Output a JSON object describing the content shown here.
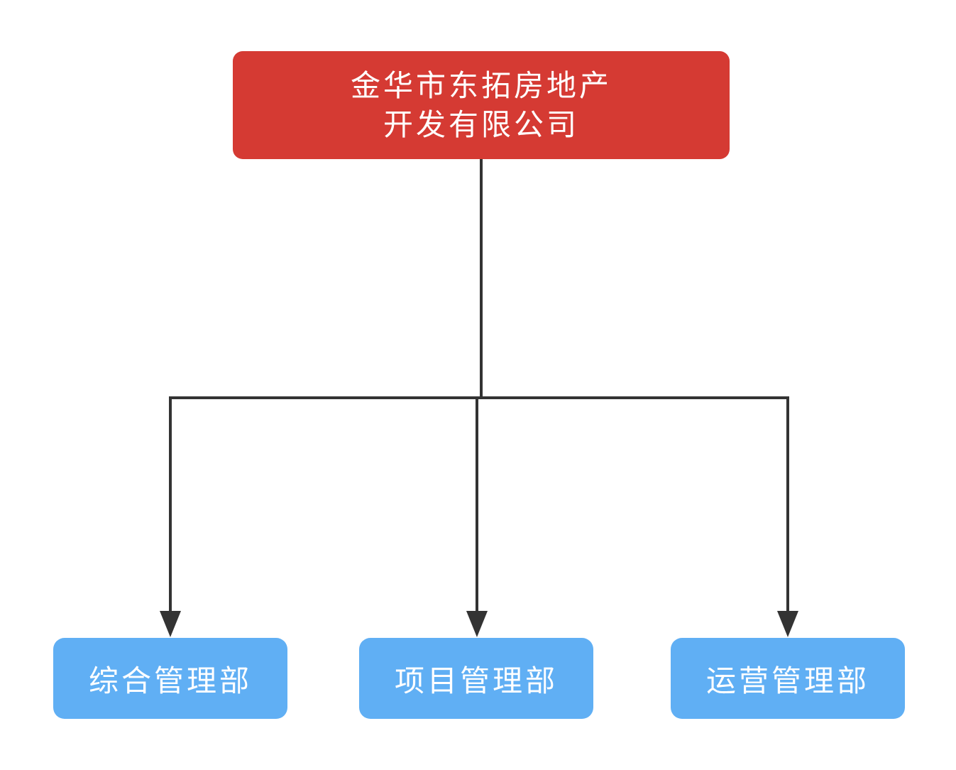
{
  "diagram": {
    "type": "org-chart",
    "root": {
      "label_lines": [
        "金华市东拓房地产",
        "开发有限公司"
      ],
      "label_full": "金华市东拓房地产开发有限公司"
    },
    "children": [
      {
        "label": "综合管理部"
      },
      {
        "label": "项目管理部"
      },
      {
        "label": "运营管理部"
      }
    ],
    "colors": {
      "root_fill": "#d53a33",
      "child_fill": "#60aff4",
      "connector": "#333333",
      "node_text": "#ffffff",
      "background": "#ffffff"
    }
  }
}
